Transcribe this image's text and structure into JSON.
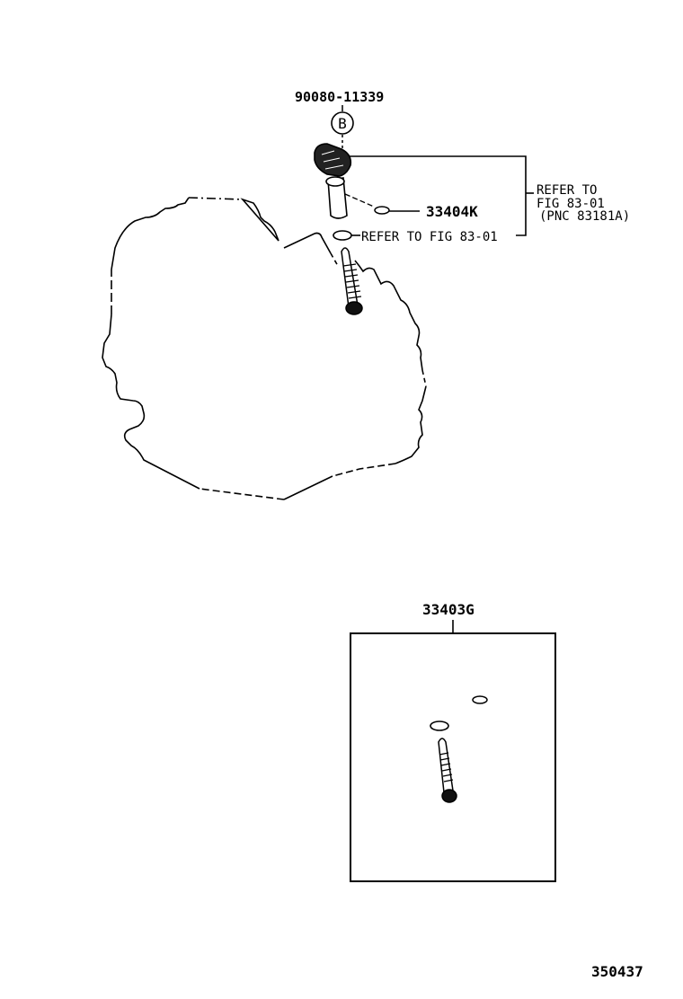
{
  "diagram": {
    "figure_number": "350437",
    "callouts": {
      "bolt_part": "90080-11339",
      "bolt_symbol": "B",
      "clip_part": "33404K",
      "oring_ref": "REFER TO FIG 83-01",
      "sensor_ref_line1": "REFER TO",
      "sensor_ref_line2": "FIG 83-01",
      "sensor_ref_line3": "(PNC 83181A)",
      "kit_part": "33403G"
    }
  }
}
